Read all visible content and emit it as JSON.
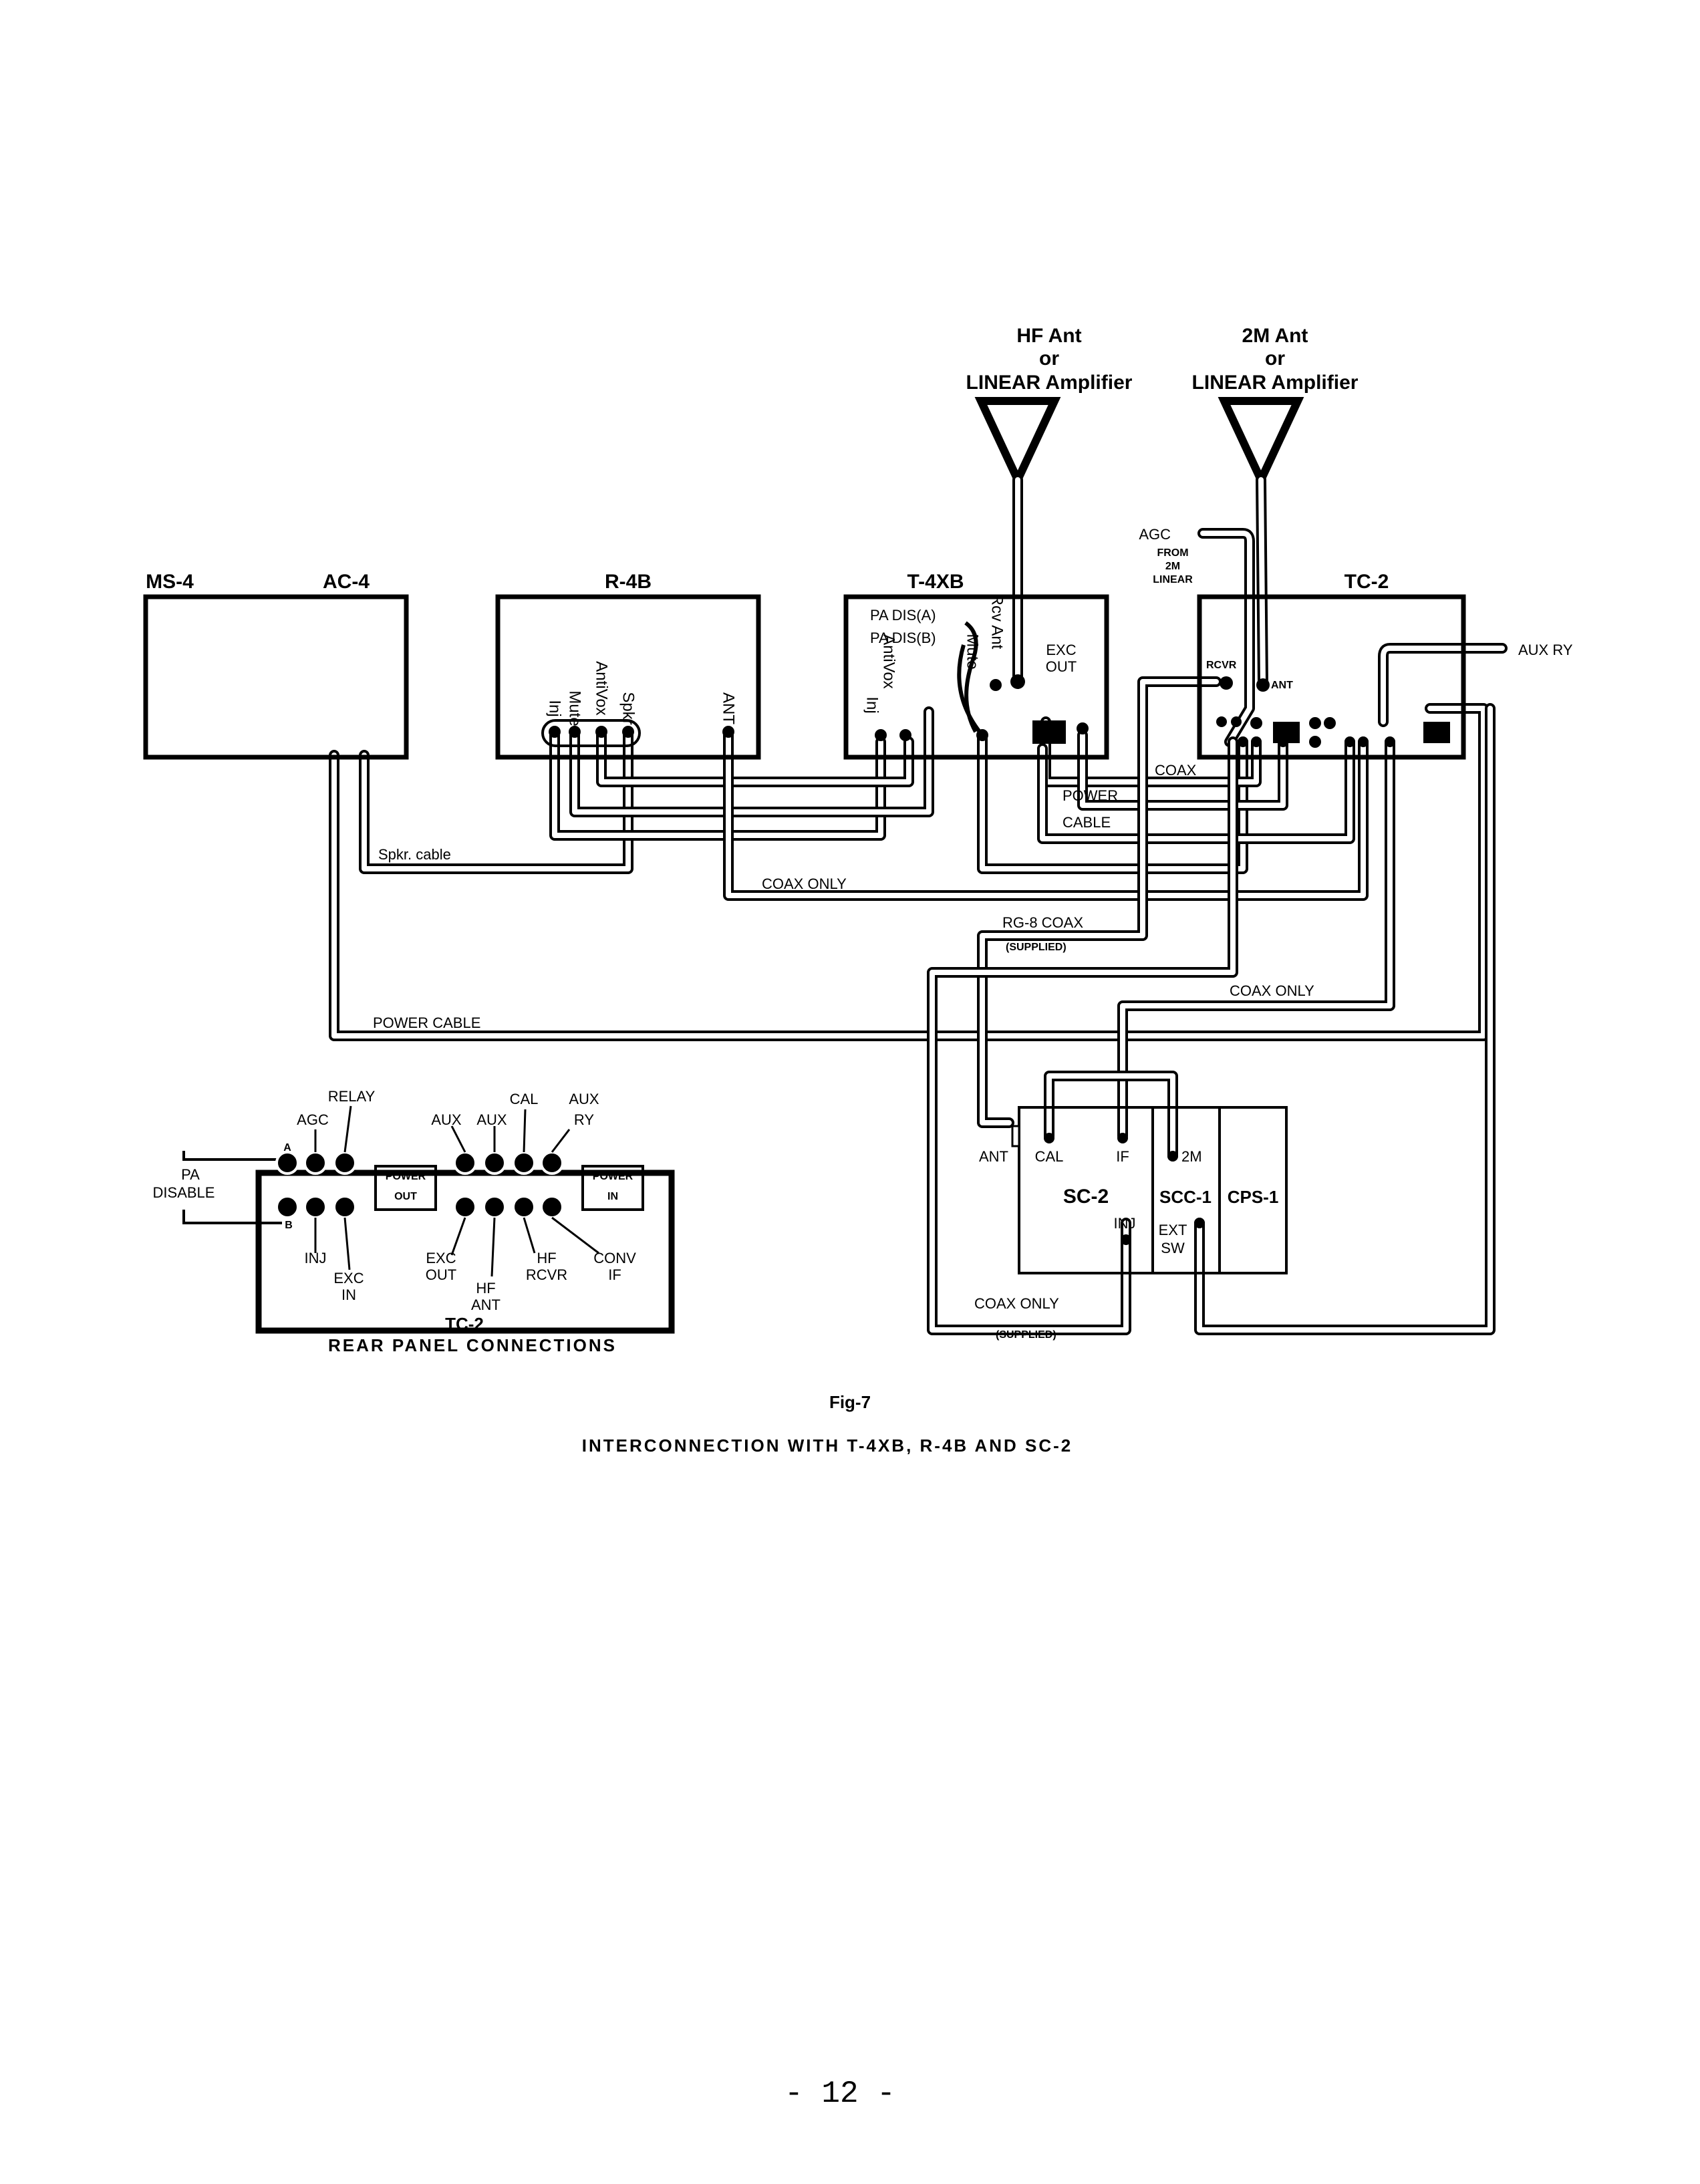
{
  "antennas": {
    "hf": {
      "line1": "HF Ant",
      "line2": "or",
      "line3": "LINEAR Amplifier"
    },
    "twom": {
      "line1": "2M Ant",
      "line2": "or",
      "line3": "LINEAR Amplifier"
    }
  },
  "units": {
    "ms4": "MS-4",
    "ac4": "AC-4",
    "r4b": "R-4B",
    "t4xb": "T-4XB",
    "tc2": "TC-2",
    "sc2": "SC-2",
    "scc1": "SCC-1",
    "cps1": "CPS-1"
  },
  "r4b_jacks": {
    "inj": "Inj",
    "mute": "Mute",
    "antivox": "AntiVox",
    "spkr": "Spkr",
    "ant": "ANT"
  },
  "t4xb_jacks": {
    "pa_dis_a": "PA DIS(A)",
    "pa_dis_b": "PA DIS(B)",
    "inj": "Inj",
    "antivox": "AntiVox",
    "mute": "Mute",
    "rcv_ant": "Rcv Ant",
    "exc_out_1": "EXC",
    "exc_out_2": "OUT"
  },
  "tc2_jacks": {
    "agc": "AGC",
    "agc_from_1": "FROM",
    "agc_from_2": "2M",
    "agc_from_3": "LINEAR",
    "rcvr": "RCVR",
    "ant": "ANT",
    "aux_ry": "AUX RY"
  },
  "cables": {
    "spkr_cable": "Spkr. cable",
    "coax_only_1": "COAX ONLY",
    "coax": "COAX",
    "power_cable_1": "POWER",
    "power_cable_2": "CABLE",
    "rg8_coax": "RG-8 COAX",
    "rg8_supplied": "(SUPPLIED)",
    "coax_only_2": "COAX ONLY",
    "power_cable_main": "POWER CABLE",
    "coax_only_3": "COAX ONLY",
    "coax_only_3_supplied": "(SUPPLIED)"
  },
  "sc2_jacks": {
    "ant": "ANT",
    "cal": "CAL",
    "if": "IF",
    "twom": "2M",
    "inj": "INJ",
    "ext_1": "EXT",
    "ext_2": "SW"
  },
  "rear_panel": {
    "title": "TC-2",
    "subtitle": "REAR PANEL CONNECTIONS",
    "pa": "PA",
    "disable": "DISABLE",
    "a": "A",
    "b": "B",
    "relay": "RELAY",
    "agc": "AGC",
    "aux1": "AUX",
    "aux2": "AUX",
    "cal": "CAL",
    "aux_ry_1": "AUX",
    "aux_ry_2": "RY",
    "power_out_1": "POWER",
    "power_out_2": "OUT",
    "power_in_1": "POWER",
    "power_in_2": "IN",
    "inj": "INJ",
    "exc_in_1": "EXC",
    "exc_in_2": "IN",
    "exc_out_1": "EXC",
    "exc_out_2": "OUT",
    "hf_ant_1": "HF",
    "hf_ant_2": "ANT",
    "hf_rcvr_1": "HF",
    "hf_rcvr_2": "RCVR",
    "conv_if_1": "CONV",
    "conv_if_2": "IF"
  },
  "caption": {
    "fig": "Fig-7",
    "title": "INTERCONNECTION WITH T-4XB, R-4B AND SC-2"
  },
  "page_number": "- 12 -"
}
